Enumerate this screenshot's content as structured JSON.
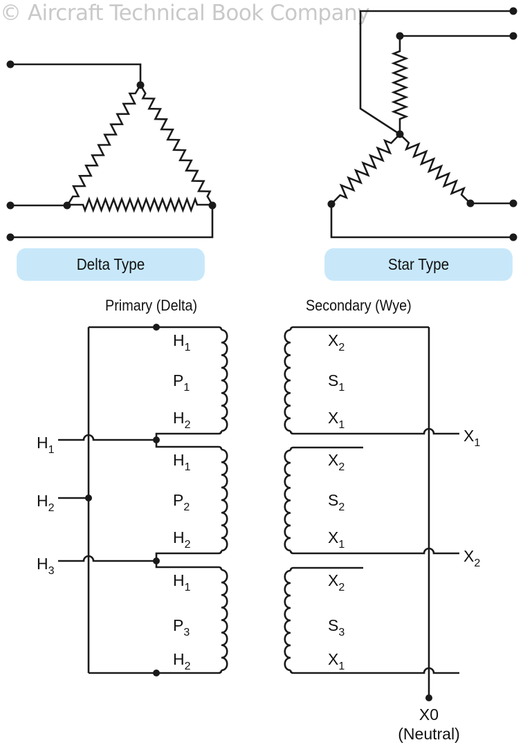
{
  "watermark": "© Aircraft Technical Book Company",
  "badges": {
    "delta": "Delta Type",
    "star": "Star Type"
  },
  "titles": {
    "primary": "Primary (Delta)",
    "secondary": "Secondary (Wye)"
  },
  "colors": {
    "badge_bg": "#c8e8fa",
    "wire": "#1a1a1a",
    "watermark": "#c9c9c9"
  },
  "primary": {
    "line_inputs": [
      {
        "name": "H",
        "sub": "1"
      },
      {
        "name": "H",
        "sub": "2"
      },
      {
        "name": "H",
        "sub": "3"
      }
    ],
    "windings": [
      {
        "top": {
          "name": "H",
          "sub": "1"
        },
        "coil": {
          "name": "P",
          "sub": "1"
        },
        "bottom": {
          "name": "H",
          "sub": "2"
        }
      },
      {
        "top": {
          "name": "H",
          "sub": "1"
        },
        "coil": {
          "name": "P",
          "sub": "2"
        },
        "bottom": {
          "name": "H",
          "sub": "2"
        }
      },
      {
        "top": {
          "name": "H",
          "sub": "1"
        },
        "coil": {
          "name": "P",
          "sub": "3"
        },
        "bottom": {
          "name": "H",
          "sub": "2"
        }
      }
    ]
  },
  "secondary": {
    "windings": [
      {
        "top": {
          "name": "X",
          "sub": "2"
        },
        "coil": {
          "name": "S",
          "sub": "1"
        },
        "bottom": {
          "name": "X",
          "sub": "1"
        }
      },
      {
        "top": {
          "name": "X",
          "sub": "2"
        },
        "coil": {
          "name": "S",
          "sub": "2"
        },
        "bottom": {
          "name": "X",
          "sub": "1"
        }
      },
      {
        "top": {
          "name": "X",
          "sub": "2"
        },
        "coil": {
          "name": "S",
          "sub": "3"
        },
        "bottom": {
          "name": "X",
          "sub": "1"
        }
      }
    ],
    "outputs": [
      {
        "name": "X",
        "sub": "1"
      },
      {
        "name": "X",
        "sub": "2"
      }
    ],
    "neutral": {
      "label": "X0",
      "caption": "(Neutral)"
    }
  }
}
